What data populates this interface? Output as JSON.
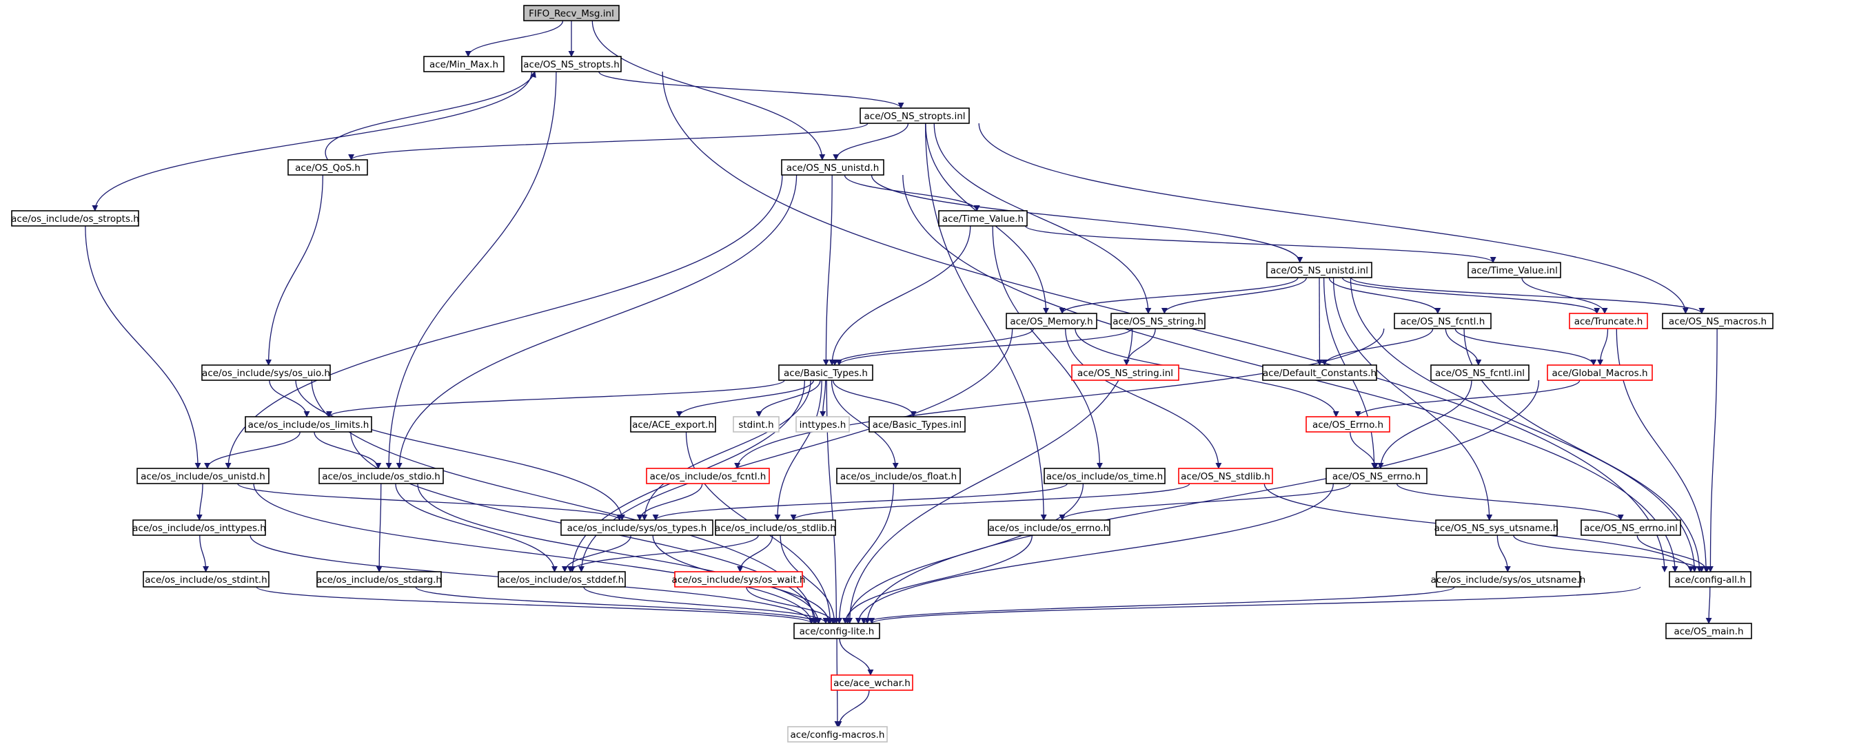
{
  "colors": {
    "edge": "#191970",
    "border_normal": "#000000",
    "border_truncated": "#ff0000",
    "border_external": "#bfbfbf",
    "fill_root": "#bfbfbf",
    "fill_default": "#ffffff"
  },
  "nodes": [
    {
      "id": "fifo",
      "label": "FIFO_Recv_Msg.inl",
      "kind": "root"
    },
    {
      "id": "minmax",
      "label": "ace/Min_Max.h",
      "kind": "normal"
    },
    {
      "id": "stropts_h",
      "label": "ace/OS_NS_stropts.h",
      "kind": "normal"
    },
    {
      "id": "stropts_inl",
      "label": "ace/OS_NS_stropts.inl",
      "kind": "normal"
    },
    {
      "id": "qos",
      "label": "ace/OS_QoS.h",
      "kind": "normal"
    },
    {
      "id": "unistd_h",
      "label": "ace/OS_NS_unistd.h",
      "kind": "normal"
    },
    {
      "id": "osi_stropts",
      "label": "ace/os_include/os_stropts.h",
      "kind": "normal"
    },
    {
      "id": "timevalue_h",
      "label": "ace/Time_Value.h",
      "kind": "normal"
    },
    {
      "id": "unistd_inl",
      "label": "ace/OS_NS_unistd.inl",
      "kind": "normal"
    },
    {
      "id": "timevalue_inl",
      "label": "ace/Time_Value.inl",
      "kind": "normal"
    },
    {
      "id": "memory",
      "label": "ace/OS_Memory.h",
      "kind": "normal"
    },
    {
      "id": "nsstring",
      "label": "ace/OS_NS_string.h",
      "kind": "normal"
    },
    {
      "id": "fcntl_h",
      "label": "ace/OS_NS_fcntl.h",
      "kind": "normal"
    },
    {
      "id": "truncate",
      "label": "ace/Truncate.h",
      "kind": "truncated"
    },
    {
      "id": "macros",
      "label": "ace/OS_NS_macros.h",
      "kind": "normal"
    },
    {
      "id": "sysuio",
      "label": "ace/os_include/sys/os_uio.h",
      "kind": "normal"
    },
    {
      "id": "basic",
      "label": "ace/Basic_Types.h",
      "kind": "normal"
    },
    {
      "id": "nsstring_inl",
      "label": "ace/OS_NS_string.inl",
      "kind": "truncated"
    },
    {
      "id": "defconst",
      "label": "ace/Default_Constants.h",
      "kind": "normal"
    },
    {
      "id": "fcntl_inl",
      "label": "ace/OS_NS_fcntl.inl",
      "kind": "normal"
    },
    {
      "id": "globalmacros",
      "label": "ace/Global_Macros.h",
      "kind": "truncated"
    },
    {
      "id": "oslimits",
      "label": "ace/os_include/os_limits.h",
      "kind": "normal"
    },
    {
      "id": "aceexport",
      "label": "ace/ACE_export.h",
      "kind": "normal"
    },
    {
      "id": "stdint",
      "label": "stdint.h",
      "kind": "external"
    },
    {
      "id": "inttypes",
      "label": "inttypes.h",
      "kind": "external"
    },
    {
      "id": "basic_inl",
      "label": "ace/Basic_Types.inl",
      "kind": "normal"
    },
    {
      "id": "oserrno_h",
      "label": "ace/OS_Errno.h",
      "kind": "truncated"
    },
    {
      "id": "osunistd",
      "label": "ace/os_include/os_unistd.h",
      "kind": "normal"
    },
    {
      "id": "osstdio",
      "label": "ace/os_include/os_stdio.h",
      "kind": "normal"
    },
    {
      "id": "osfcntl",
      "label": "ace/os_include/os_fcntl.h",
      "kind": "truncated"
    },
    {
      "id": "osfloat",
      "label": "ace/os_include/os_float.h",
      "kind": "normal"
    },
    {
      "id": "ostime",
      "label": "ace/os_include/os_time.h",
      "kind": "normal"
    },
    {
      "id": "nsstdlib",
      "label": "ace/OS_NS_stdlib.h",
      "kind": "truncated"
    },
    {
      "id": "nserrno",
      "label": "ace/OS_NS_errno.h",
      "kind": "normal"
    },
    {
      "id": "osinttypes",
      "label": "ace/os_include/os_inttypes.h",
      "kind": "normal"
    },
    {
      "id": "systypes",
      "label": "ace/os_include/sys/os_types.h",
      "kind": "normal"
    },
    {
      "id": "osstdlib",
      "label": "ace/os_include/os_stdlib.h",
      "kind": "normal"
    },
    {
      "id": "oserrno",
      "label": "ace/os_include/os_errno.h",
      "kind": "normal"
    },
    {
      "id": "utsname_h",
      "label": "ace/OS_NS_sys_utsname.h",
      "kind": "normal"
    },
    {
      "id": "nserrno_inl",
      "label": "ace/OS_NS_errno.inl",
      "kind": "normal"
    },
    {
      "id": "osstdint",
      "label": "ace/os_include/os_stdint.h",
      "kind": "normal"
    },
    {
      "id": "osstdarg",
      "label": "ace/os_include/os_stdarg.h",
      "kind": "normal"
    },
    {
      "id": "osstddef",
      "label": "ace/os_include/os_stddef.h",
      "kind": "normal"
    },
    {
      "id": "syswait",
      "label": "ace/os_include/sys/os_wait.h",
      "kind": "truncated"
    },
    {
      "id": "sysutsname",
      "label": "ace/os_include/sys/os_utsname.h",
      "kind": "normal"
    },
    {
      "id": "configall",
      "label": "ace/config-all.h",
      "kind": "normal"
    },
    {
      "id": "configlite",
      "label": "ace/config-lite.h",
      "kind": "normal"
    },
    {
      "id": "osmain",
      "label": "ace/OS_main.h",
      "kind": "normal"
    },
    {
      "id": "acewchar",
      "label": "ace/ace_wchar.h",
      "kind": "truncated"
    },
    {
      "id": "configmacros",
      "label": "ace/config-macros.h",
      "kind": "external"
    }
  ],
  "edges": [
    [
      "fifo",
      "minmax"
    ],
    [
      "fifo",
      "stropts_h"
    ],
    [
      "fifo",
      "unistd_h"
    ],
    [
      "stropts_h",
      "stropts_inl"
    ],
    [
      "stropts_h",
      "osi_stropts"
    ],
    [
      "stropts_h",
      "osstdio"
    ],
    [
      "stropts_h",
      "configall"
    ],
    [
      "stropts_inl",
      "qos"
    ],
    [
      "stropts_inl",
      "unistd_h"
    ],
    [
      "stropts_inl",
      "memory"
    ],
    [
      "stropts_inl",
      "nsstring"
    ],
    [
      "stropts_inl",
      "macros"
    ],
    [
      "stropts_inl",
      "oserrno"
    ],
    [
      "qos",
      "stropts_h"
    ],
    [
      "qos",
      "sysuio"
    ],
    [
      "osi_stropts",
      "osunistd"
    ],
    [
      "unistd_h",
      "timevalue_h"
    ],
    [
      "unistd_h",
      "unistd_inl"
    ],
    [
      "unistd_h",
      "basic"
    ],
    [
      "unistd_h",
      "osunistd"
    ],
    [
      "unistd_h",
      "osstdio"
    ],
    [
      "unistd_h",
      "configall"
    ],
    [
      "timevalue_h",
      "timevalue_inl"
    ],
    [
      "timevalue_h",
      "basic"
    ],
    [
      "timevalue_h",
      "ostime"
    ],
    [
      "timevalue_inl",
      "truncate"
    ],
    [
      "unistd_inl",
      "memory"
    ],
    [
      "unistd_inl",
      "nsstring"
    ],
    [
      "unistd_inl",
      "fcntl_h"
    ],
    [
      "unistd_inl",
      "defconst"
    ],
    [
      "unistd_inl",
      "truncate"
    ],
    [
      "unistd_inl",
      "macros"
    ],
    [
      "unistd_inl",
      "nserrno"
    ],
    [
      "unistd_inl",
      "utsname_h"
    ],
    [
      "unistd_inl",
      "configall"
    ],
    [
      "memory",
      "basic"
    ],
    [
      "memory",
      "oserrno_h"
    ],
    [
      "memory",
      "nsstdlib"
    ],
    [
      "memory",
      "osstddef"
    ],
    [
      "nsstring",
      "basic"
    ],
    [
      "nsstring",
      "nsstring_inl"
    ],
    [
      "nsstring",
      "configlite"
    ],
    [
      "fcntl_h",
      "defconst"
    ],
    [
      "fcntl_h",
      "fcntl_inl"
    ],
    [
      "fcntl_h",
      "globalmacros"
    ],
    [
      "fcntl_h",
      "osfcntl"
    ],
    [
      "fcntl_h",
      "configall"
    ],
    [
      "fcntl_inl",
      "nserrno"
    ],
    [
      "truncate",
      "globalmacros"
    ],
    [
      "truncate",
      "configall"
    ],
    [
      "macros",
      "configall"
    ],
    [
      "globalmacros",
      "oserrno_h"
    ],
    [
      "globalmacros",
      "configlite"
    ],
    [
      "oserrno_h",
      "nserrno"
    ],
    [
      "sysuio",
      "oslimits"
    ],
    [
      "sysuio",
      "systypes"
    ],
    [
      "sysuio",
      "configlite"
    ],
    [
      "basic",
      "oslimits"
    ],
    [
      "basic",
      "aceexport"
    ],
    [
      "basic",
      "stdint"
    ],
    [
      "basic",
      "inttypes"
    ],
    [
      "basic",
      "basic_inl"
    ],
    [
      "basic",
      "osfloat"
    ],
    [
      "basic",
      "systypes"
    ],
    [
      "basic",
      "osstdlib"
    ],
    [
      "basic",
      "osstddef"
    ],
    [
      "basic",
      "configlite"
    ],
    [
      "oslimits",
      "osunistd"
    ],
    [
      "oslimits",
      "osstdio"
    ],
    [
      "oslimits",
      "configlite"
    ],
    [
      "aceexport",
      "configlite"
    ],
    [
      "osunistd",
      "osinttypes"
    ],
    [
      "osunistd",
      "systypes"
    ],
    [
      "osunistd",
      "configlite"
    ],
    [
      "osstdio",
      "osstdarg"
    ],
    [
      "osstdio",
      "osstddef"
    ],
    [
      "osstdio",
      "configlite"
    ],
    [
      "osfcntl",
      "systypes"
    ],
    [
      "osfloat",
      "configlite"
    ],
    [
      "ostime",
      "systypes"
    ],
    [
      "ostime",
      "configlite"
    ],
    [
      "nsstdlib",
      "osstdlib"
    ],
    [
      "nsstdlib",
      "configall"
    ],
    [
      "nserrno",
      "oserrno"
    ],
    [
      "nserrno",
      "nserrno_inl"
    ],
    [
      "nserrno",
      "configlite"
    ],
    [
      "osinttypes",
      "osstdint"
    ],
    [
      "osinttypes",
      "configlite"
    ],
    [
      "systypes",
      "osstddef"
    ],
    [
      "systypes",
      "configlite"
    ],
    [
      "osstdlib",
      "syswait"
    ],
    [
      "osstdlib",
      "osstddef"
    ],
    [
      "osstdlib",
      "configlite"
    ],
    [
      "oserrno",
      "configlite"
    ],
    [
      "utsname_h",
      "sysutsname"
    ],
    [
      "utsname_h",
      "configall"
    ],
    [
      "nserrno_inl",
      "configall"
    ],
    [
      "osstdint",
      "configlite"
    ],
    [
      "osstdarg",
      "configlite"
    ],
    [
      "osstddef",
      "configlite"
    ],
    [
      "syswait",
      "configlite"
    ],
    [
      "sysutsname",
      "configlite"
    ],
    [
      "configall",
      "configlite"
    ],
    [
      "configall",
      "osmain"
    ],
    [
      "configlite",
      "acewchar"
    ],
    [
      "configlite",
      "configmacros"
    ],
    [
      "acewchar",
      "configmacros"
    ]
  ]
}
